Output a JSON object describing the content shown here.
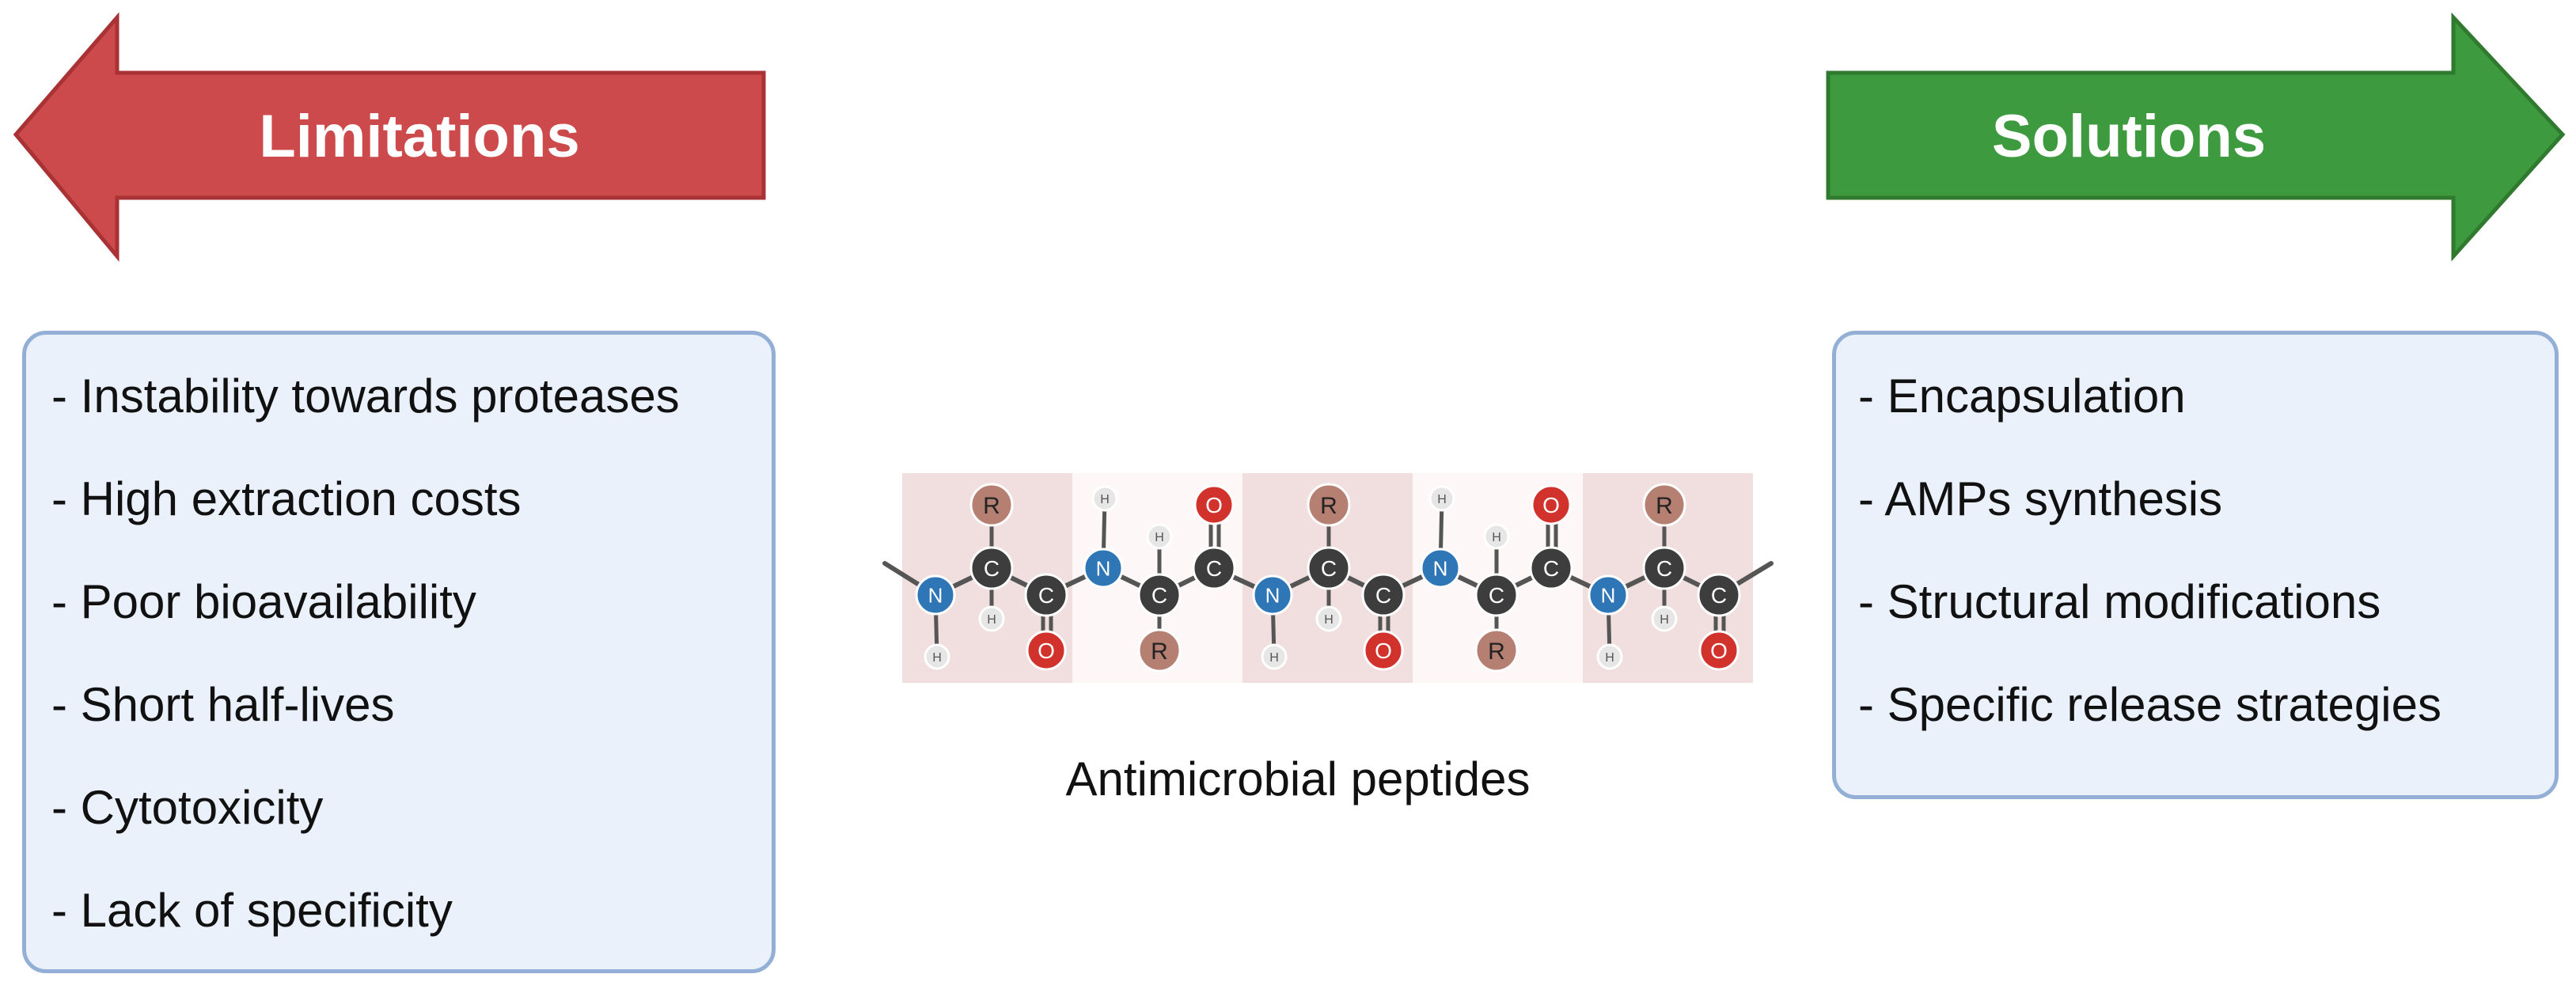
{
  "limitations": {
    "title": "Limitations",
    "color": "#cd4a4c",
    "border_color": "#a83234",
    "items": [
      "- Instability towards proteases",
      "- High extraction costs",
      "- Poor bioavailability",
      "- Short half-lives",
      "- Cytotoxicity",
      "- Lack of specificity"
    ]
  },
  "solutions": {
    "title": "Solutions",
    "color": "#3e9a3e",
    "border_color": "#2f7a2f",
    "items": [
      "- Encapsulation",
      "- AMPs synthesis",
      "- Structural modifications",
      "- Specific release strategies"
    ]
  },
  "peptide": {
    "caption": "Antimicrobial peptides",
    "atom_labels": {
      "carbon": "C",
      "nitrogen": "N",
      "oxygen": "O",
      "hydrogen": "H",
      "r_group": "R"
    },
    "colors": {
      "carbon": "#3d3d3d",
      "nitrogen": "#2f76b7",
      "oxygen": "#d2322c",
      "hydrogen": "#e6e6e6",
      "r_group": "#b57f72",
      "shade_dark": "#f1dede",
      "shade_light": "#fdf7f7"
    }
  }
}
